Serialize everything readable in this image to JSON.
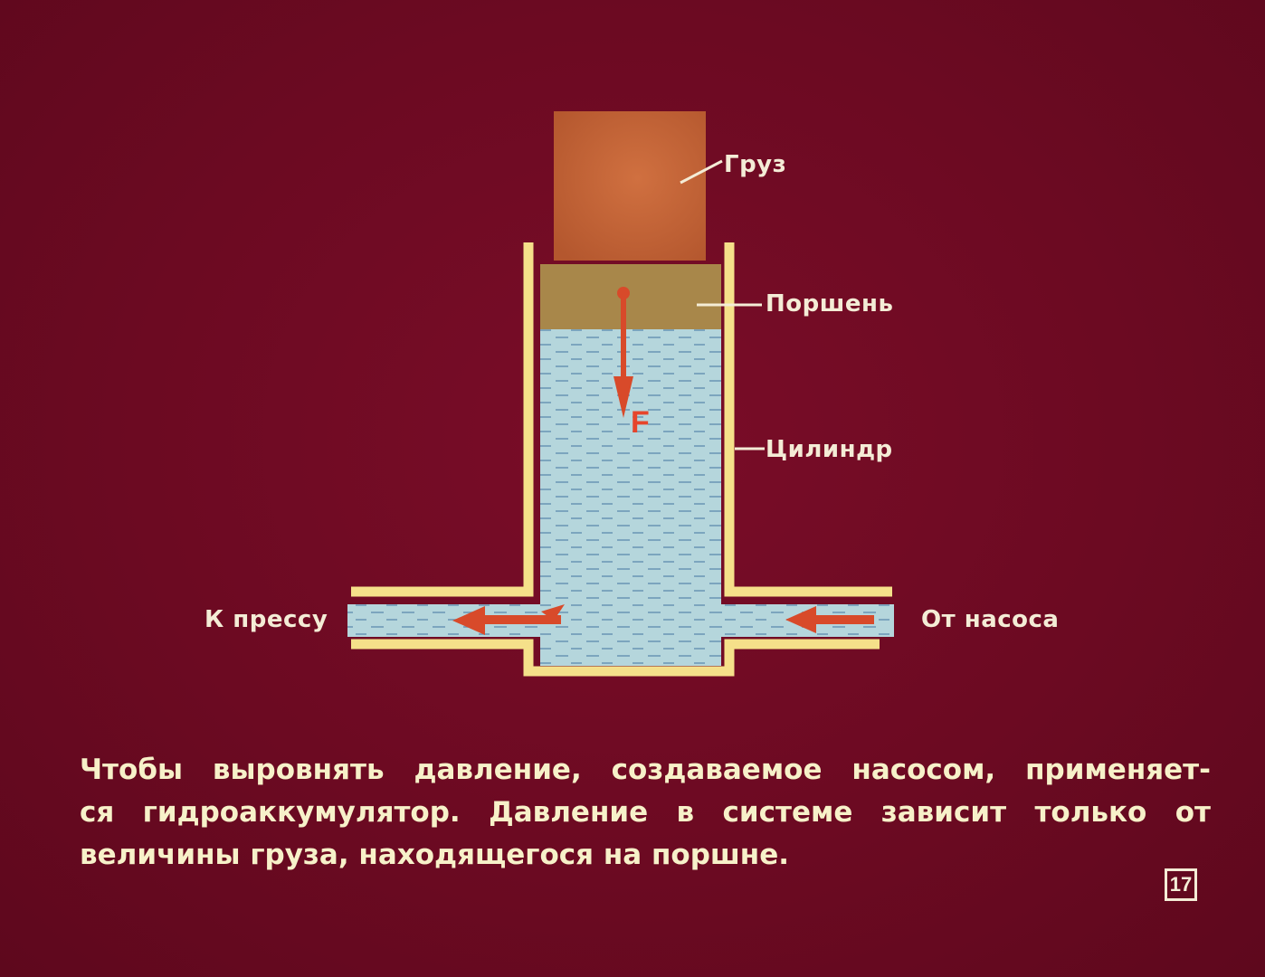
{
  "diagram": {
    "labels": {
      "load": "Груз",
      "piston": "Поршень",
      "cylinder": "Цилиндр",
      "to_press": "К прессу",
      "from_pump": "От насоса",
      "force": "F"
    }
  },
  "caption": {
    "line1": "Чтобы выровнять давление, создаваемое насосом, применяет-",
    "line2": "ся гидроаккумулятор. Давление в системе зависит только от",
    "line3": "величины груза, находящегося на поршне."
  },
  "slide_number": "17",
  "colors": {
    "background": "#6e0a22",
    "load": "#c86a3c",
    "piston": "#a8874a",
    "liquid": "#b5d6dc",
    "wall": "#f5e08a",
    "arrow": "#d84a2a",
    "text": "#f4ecd6"
  }
}
